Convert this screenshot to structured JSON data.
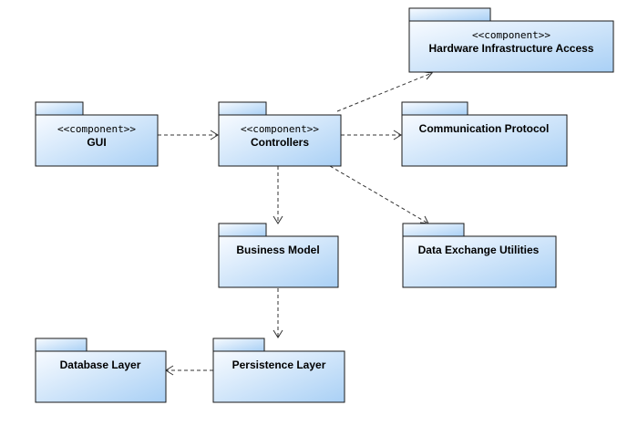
{
  "colors": {
    "box_fill_top": "#f8fbff",
    "box_fill_bottom": "#a9d0f5",
    "border": "#1a1a1a",
    "edge": "#333333"
  },
  "packages": {
    "gui": {
      "stereotype": "<<component>>",
      "name": "GUI"
    },
    "controllers": {
      "stereotype": "<<component>>",
      "name": "Controllers"
    },
    "hardware": {
      "stereotype": "<<component>>",
      "name": "Hardware Infrastructure Access"
    },
    "communication": {
      "name": "Communication Protocol"
    },
    "business": {
      "name": "Business Model"
    },
    "data_exchange": {
      "name": "Data Exchange Utilities"
    },
    "persistence": {
      "name": "Persistence Layer"
    },
    "database": {
      "name": "Database Layer"
    }
  },
  "dependencies": [
    {
      "from": "GUI",
      "to": "Controllers"
    },
    {
      "from": "Controllers",
      "to": "Hardware Infrastructure Access"
    },
    {
      "from": "Controllers",
      "to": "Communication Protocol"
    },
    {
      "from": "Controllers",
      "to": "Business Model"
    },
    {
      "from": "Controllers",
      "to": "Data Exchange Utilities"
    },
    {
      "from": "Business Model",
      "to": "Persistence Layer"
    },
    {
      "from": "Persistence Layer",
      "to": "Database Layer"
    }
  ]
}
